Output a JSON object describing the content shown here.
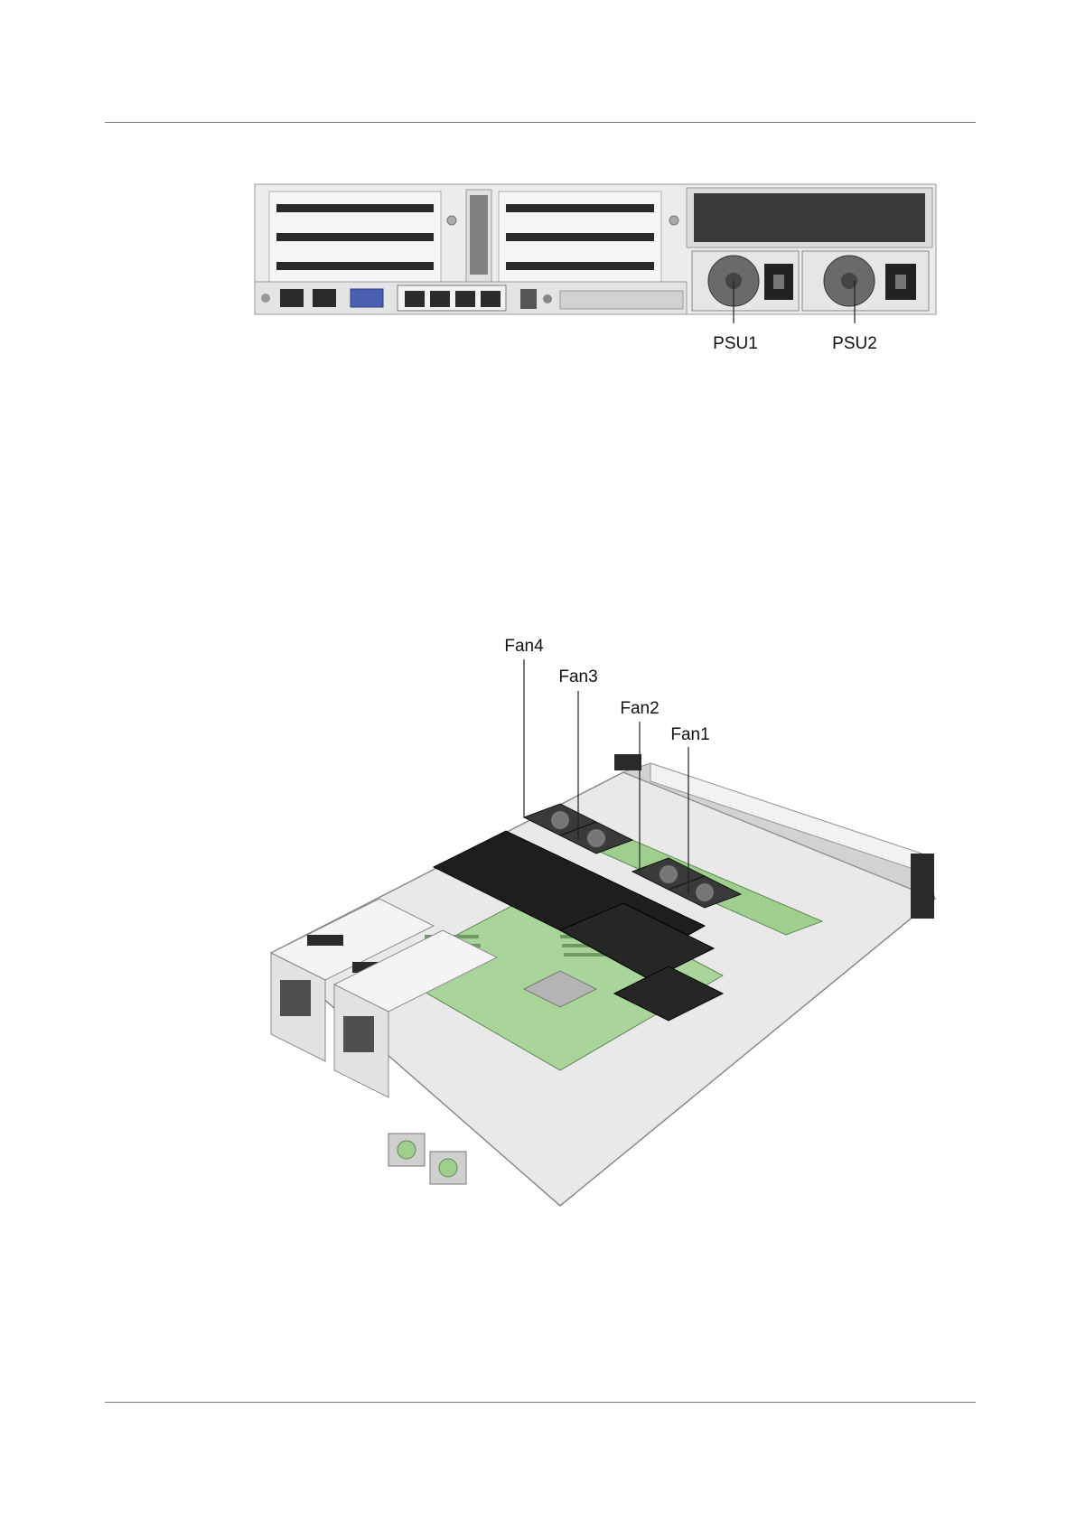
{
  "rear_view": {
    "callouts": [
      "PSU1",
      "PSU2"
    ]
  },
  "internal_view": {
    "callouts": [
      "Fan4",
      "Fan3",
      "Fan2",
      "Fan1"
    ]
  },
  "colors": {
    "rule": "#7a7a7a",
    "chassis_silver": "#d9d9d9",
    "board_green": "#9fcf8f",
    "shroud_black": "#1e1e1e",
    "connector_blue": "#4a5fb0"
  }
}
